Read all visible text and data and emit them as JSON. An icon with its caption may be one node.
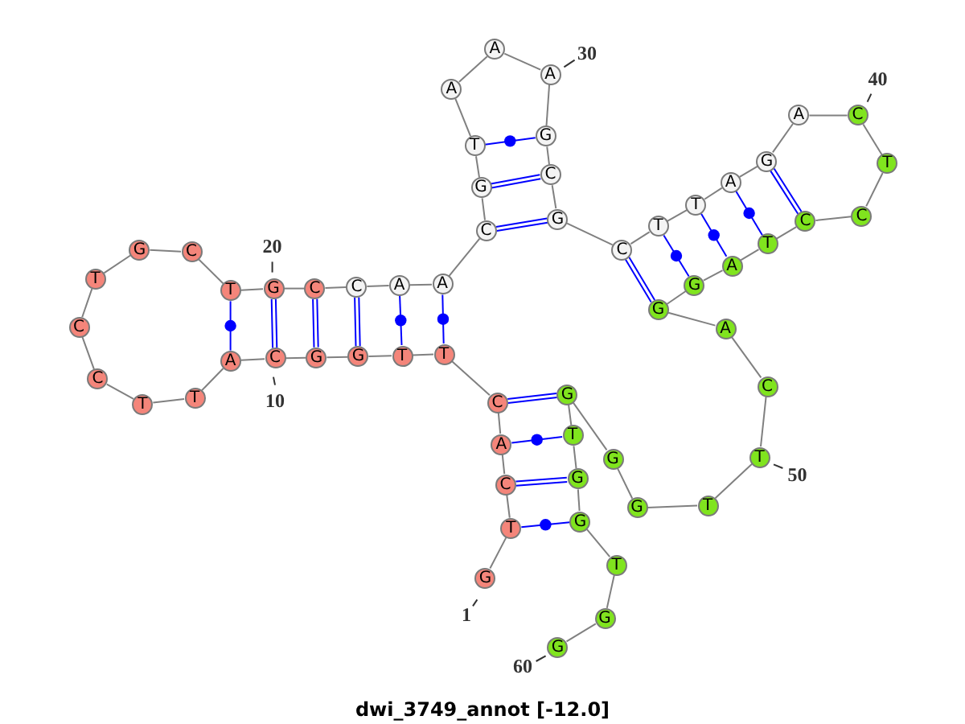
{
  "diagram": {
    "title": "dwi_3749_annot [-12.0]",
    "nodes": [
      {
        "text": [
          "G"
        ],
        "beside": [
          "1"
        ]
      },
      {
        "text": [
          "T"
        ]
      },
      {
        "text": [
          "C"
        ]
      },
      {
        "text": [
          "A"
        ]
      },
      {
        "text": [
          "C"
        ]
      },
      {
        "text": [
          "T"
        ]
      },
      {
        "text": [
          "T"
        ]
      },
      {
        "text": [
          "G"
        ]
      },
      {
        "text": [
          "G"
        ]
      },
      {
        "text": [
          "C"
        ],
        "beside": [
          "10"
        ]
      },
      {
        "text": [
          "A"
        ]
      },
      {
        "text": [
          "T"
        ]
      },
      {
        "text": [
          "T"
        ]
      },
      {
        "text": [
          "C"
        ]
      },
      {
        "text": [
          "C"
        ]
      },
      {
        "text": [
          "T"
        ]
      },
      {
        "text": [
          "G"
        ]
      },
      {
        "text": [
          "C"
        ]
      },
      {
        "text": [
          "T"
        ]
      },
      {
        "text": [
          "G"
        ],
        "beside": [
          "20"
        ]
      },
      {
        "text": [
          "C"
        ]
      },
      {
        "text": [
          "C"
        ]
      },
      {
        "text": [
          "A"
        ]
      },
      {
        "text": [
          "A"
        ]
      },
      {
        "text": [
          "C"
        ]
      },
      {
        "text": [
          "G"
        ]
      },
      {
        "text": [
          "T"
        ]
      },
      {
        "text": [
          "A"
        ]
      },
      {
        "text": [
          "A"
        ]
      },
      {
        "text": [
          "A"
        ],
        "beside": [
          "30"
        ]
      },
      {
        "text": [
          "G"
        ]
      },
      {
        "text": [
          "C"
        ]
      },
      {
        "text": [
          "G"
        ]
      },
      {
        "text": [
          "C"
        ]
      },
      {
        "text": [
          "T"
        ]
      },
      {
        "text": [
          "T"
        ]
      },
      {
        "text": [
          "A"
        ]
      },
      {
        "text": [
          "G"
        ]
      },
      {
        "text": [
          "A"
        ]
      },
      {
        "text": [
          "C"
        ],
        "beside": [
          "40"
        ]
      },
      {
        "text": [
          "T"
        ]
      },
      {
        "text": [
          "C"
        ]
      },
      {
        "text": [
          "C"
        ]
      },
      {
        "text": [
          "T"
        ]
      },
      {
        "text": [
          "A"
        ]
      },
      {
        "text": [
          "G"
        ]
      },
      {
        "text": [
          "G"
        ]
      },
      {
        "text": [
          "A"
        ]
      },
      {
        "text": [
          "C"
        ]
      },
      {
        "text": [
          "T"
        ],
        "beside": [
          "50"
        ]
      },
      {
        "text": [
          "T"
        ]
      },
      {
        "text": [
          "G"
        ]
      },
      {
        "text": [
          "G"
        ]
      },
      {
        "text": [
          "G"
        ]
      },
      {
        "text": [
          "T"
        ]
      },
      {
        "text": [
          "G"
        ]
      },
      {
        "text": [
          "G"
        ]
      },
      {
        "text": [
          "T"
        ]
      },
      {
        "text": [
          "G"
        ]
      },
      {
        "text": [
          "G"
        ],
        "beside": [
          "60"
        ]
      }
    ],
    "edges": [
      {
        "from": 0,
        "to": 1,
        "arrow": "none"
      },
      {
        "from": 1,
        "to": 2,
        "arrow": "none"
      },
      {
        "from": 2,
        "to": 3,
        "arrow": "none"
      },
      {
        "from": 3,
        "to": 4,
        "arrow": "none"
      },
      {
        "from": 4,
        "to": 5,
        "arrow": "none"
      },
      {
        "from": 5,
        "to": 6,
        "arrow": "none"
      },
      {
        "from": 6,
        "to": 7,
        "arrow": "none"
      },
      {
        "from": 7,
        "to": 8,
        "arrow": "none"
      },
      {
        "from": 8,
        "to": 9,
        "arrow": "none"
      },
      {
        "from": 9,
        "to": 10,
        "arrow": "none"
      },
      {
        "from": 10,
        "to": 11,
        "arrow": "none"
      },
      {
        "from": 11,
        "to": 12,
        "arrow": "none"
      },
      {
        "from": 12,
        "to": 13,
        "arrow": "none"
      },
      {
        "from": 13,
        "to": 14,
        "arrow": "none"
      },
      {
        "from": 14,
        "to": 15,
        "arrow": "none"
      },
      {
        "from": 15,
        "to": 16,
        "arrow": "none"
      },
      {
        "from": 16,
        "to": 17,
        "arrow": "none"
      },
      {
        "from": 17,
        "to": 18,
        "arrow": "none"
      },
      {
        "from": 18,
        "to": 19,
        "arrow": "none"
      },
      {
        "from": 19,
        "to": 20,
        "arrow": "none"
      },
      {
        "from": 20,
        "to": 21,
        "arrow": "none"
      },
      {
        "from": 21,
        "to": 22,
        "arrow": "none"
      },
      {
        "from": 22,
        "to": 23,
        "arrow": "none"
      },
      {
        "from": 23,
        "to": 24,
        "arrow": "none"
      },
      {
        "from": 24,
        "to": 25,
        "arrow": "none"
      },
      {
        "from": 25,
        "to": 26,
        "arrow": "none"
      },
      {
        "from": 26,
        "to": 27,
        "arrow": "none"
      },
      {
        "from": 27,
        "to": 28,
        "arrow": "none"
      },
      {
        "from": 28,
        "to": 29,
        "arrow": "none"
      },
      {
        "from": 29,
        "to": 30,
        "arrow": "none"
      },
      {
        "from": 30,
        "to": 31,
        "arrow": "none"
      },
      {
        "from": 31,
        "to": 32,
        "arrow": "none"
      },
      {
        "from": 32,
        "to": 33,
        "arrow": "none"
      },
      {
        "from": 33,
        "to": 34,
        "arrow": "none"
      },
      {
        "from": 34,
        "to": 35,
        "arrow": "none"
      },
      {
        "from": 35,
        "to": 36,
        "arrow": "none"
      },
      {
        "from": 36,
        "to": 37,
        "arrow": "none"
      },
      {
        "from": 37,
        "to": 38,
        "arrow": "none"
      },
      {
        "from": 38,
        "to": 39,
        "arrow": "none"
      },
      {
        "from": 39,
        "to": 40,
        "arrow": "none"
      },
      {
        "from": 40,
        "to": 41,
        "arrow": "none"
      },
      {
        "from": 41,
        "to": 42,
        "arrow": "none"
      },
      {
        "from": 42,
        "to": 43,
        "arrow": "none"
      },
      {
        "from": 43,
        "to": 44,
        "arrow": "none"
      },
      {
        "from": 44,
        "to": 45,
        "arrow": "none"
      },
      {
        "from": 45,
        "to": 46,
        "arrow": "none"
      },
      {
        "from": 46,
        "to": 47,
        "arrow": "none"
      },
      {
        "from": 47,
        "to": 48,
        "arrow": "none"
      },
      {
        "from": 48,
        "to": 49,
        "arrow": "none"
      },
      {
        "from": 49,
        "to": 50,
        "arrow": "none"
      },
      {
        "from": 50,
        "to": 51,
        "arrow": "none"
      },
      {
        "from": 51,
        "to": 52,
        "arrow": "none"
      },
      {
        "from": 52,
        "to": 53,
        "arrow": "none"
      },
      {
        "from": 53,
        "to": 54,
        "arrow": "none"
      },
      {
        "from": 54,
        "to": 55,
        "arrow": "none"
      },
      {
        "from": 55,
        "to": 56,
        "arrow": "none"
      },
      {
        "from": 56,
        "to": 57,
        "arrow": "none"
      },
      {
        "from": 57,
        "to": 58,
        "arrow": "none"
      },
      {
        "from": 58,
        "to": 59,
        "arrow": "none"
      },
      {
        "from": 1,
        "to": 56,
        "arrow": "none",
        "color": "#0000ff"
      },
      {
        "from": 2,
        "to": 55,
        "arrow": "none",
        "color": "#0000ff"
      },
      {
        "from": 3,
        "to": 54,
        "arrow": "none",
        "color": "#0000ff"
      },
      {
        "from": 4,
        "to": 53,
        "arrow": "none",
        "color": "#0000ff"
      },
      {
        "from": 5,
        "to": 23,
        "arrow": "none",
        "color": "#0000ff"
      },
      {
        "from": 6,
        "to": 22,
        "arrow": "none",
        "color": "#0000ff"
      },
      {
        "from": 7,
        "to": 21,
        "arrow": "none",
        "color": "#0000ff"
      },
      {
        "from": 8,
        "to": 20,
        "arrow": "none",
        "color": "#0000ff"
      },
      {
        "from": 9,
        "to": 19,
        "arrow": "none",
        "color": "#0000ff"
      },
      {
        "from": 10,
        "to": 18,
        "arrow": "none",
        "color": "#0000ff"
      },
      {
        "from": 24,
        "to": 32,
        "arrow": "none",
        "color": "#0000ff"
      },
      {
        "from": 25,
        "to": 31,
        "arrow": "none",
        "color": "#0000ff"
      },
      {
        "from": 26,
        "to": 30,
        "arrow": "none",
        "color": "#0000ff"
      },
      {
        "from": 33,
        "to": 46,
        "arrow": "none",
        "color": "#0000ff"
      },
      {
        "from": 34,
        "to": 45,
        "arrow": "none",
        "color": "#0000ff"
      },
      {
        "from": 35,
        "to": 44,
        "arrow": "none",
        "color": "#0000ff"
      },
      {
        "from": 36,
        "to": 43,
        "arrow": "none",
        "color": "#0000ff"
      },
      {
        "from": 37,
        "to": 42,
        "arrow": "none",
        "color": "#0000ff"
      }
    ]
  }
}
